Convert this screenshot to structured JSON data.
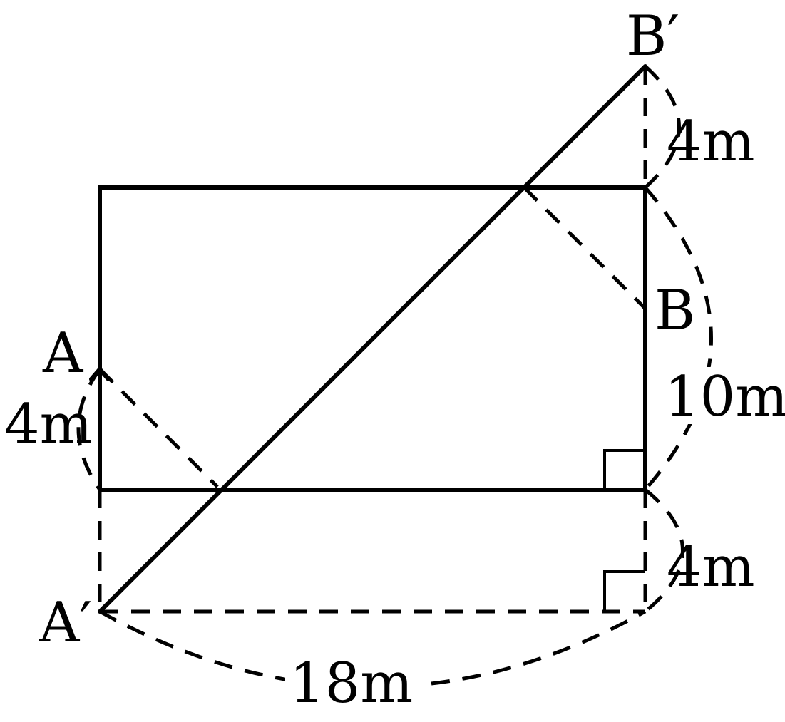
{
  "points": {
    "a": "A",
    "b": "B",
    "a_prime": "A′",
    "b_prime": "B′"
  },
  "measurements": {
    "left_segment": "4m",
    "top_extension": "4m",
    "right_height": "10m",
    "bottom_extension": "4m",
    "bottom_width": "18m"
  },
  "colors": {
    "stroke": "#000000",
    "background": "#ffffff"
  }
}
